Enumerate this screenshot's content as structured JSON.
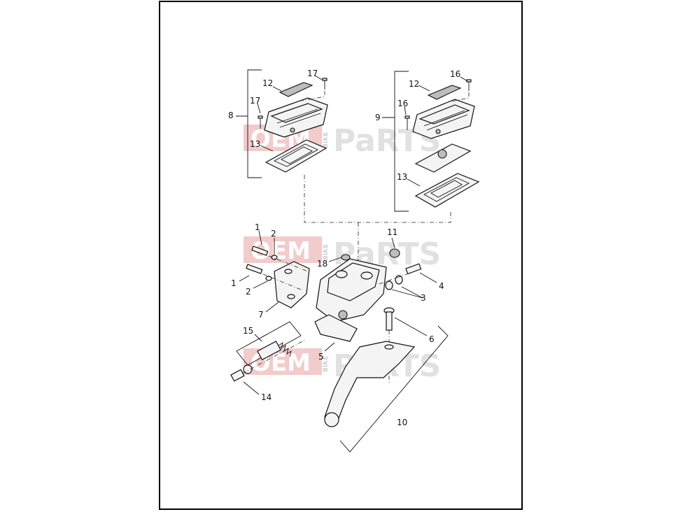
{
  "watermark": {
    "oem": "OEM",
    "bike": "BIKE",
    "parts": "PaRTS"
  },
  "callouts": {
    "c1a": "1",
    "c1b": "1",
    "c2a": "2",
    "c2b": "2",
    "c3": "3",
    "c4": "4",
    "c5": "5",
    "c6": "6",
    "c7": "7",
    "c8": "8",
    "c9": "9",
    "c10": "10",
    "c11": "11",
    "c12a": "12",
    "c12b": "12",
    "c13a": "13",
    "c13b": "13",
    "c14": "14",
    "c15": "15",
    "c16a": "16",
    "c16b": "16",
    "c17a": "17",
    "c17b": "17",
    "c18": "18"
  },
  "colors": {
    "watermark_red": "#e8a0a0",
    "watermark_grey": "#d8d8d8",
    "line": "#111111"
  }
}
